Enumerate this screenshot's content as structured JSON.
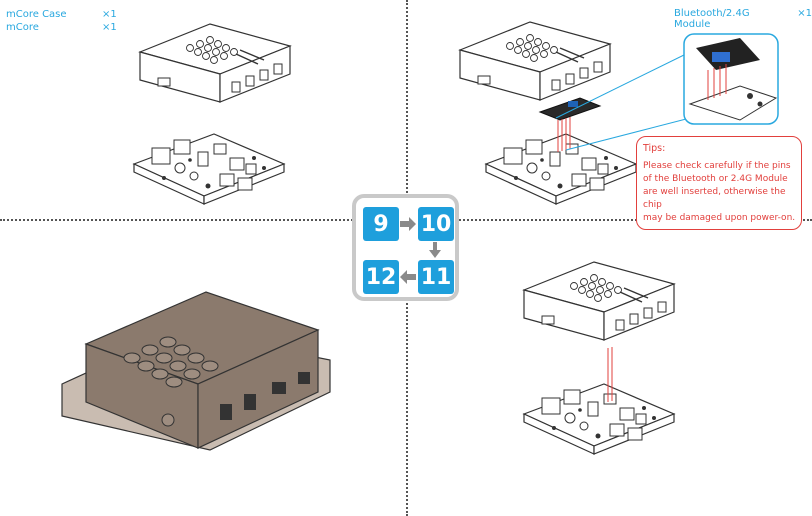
{
  "parts_list": [
    {
      "name": "mCore Case",
      "qty": "×1"
    },
    {
      "name": "mCore",
      "qty": "×1"
    }
  ],
  "module": {
    "name": "Bluetooth/2.4G Module",
    "qty": "×1"
  },
  "tips": {
    "title": "Tips:",
    "lines": [
      "Please check carefully if the pins",
      "of the Bluetooth or 2.4G Module",
      "are well inserted, otherwise the chip",
      "may be damaged upon power-on."
    ]
  },
  "steps": [
    "9",
    "10",
    "11",
    "12"
  ],
  "colors": {
    "accent": "#1e9fdc",
    "warning": "#e2403d",
    "case_brown": "#8b7a6d"
  }
}
